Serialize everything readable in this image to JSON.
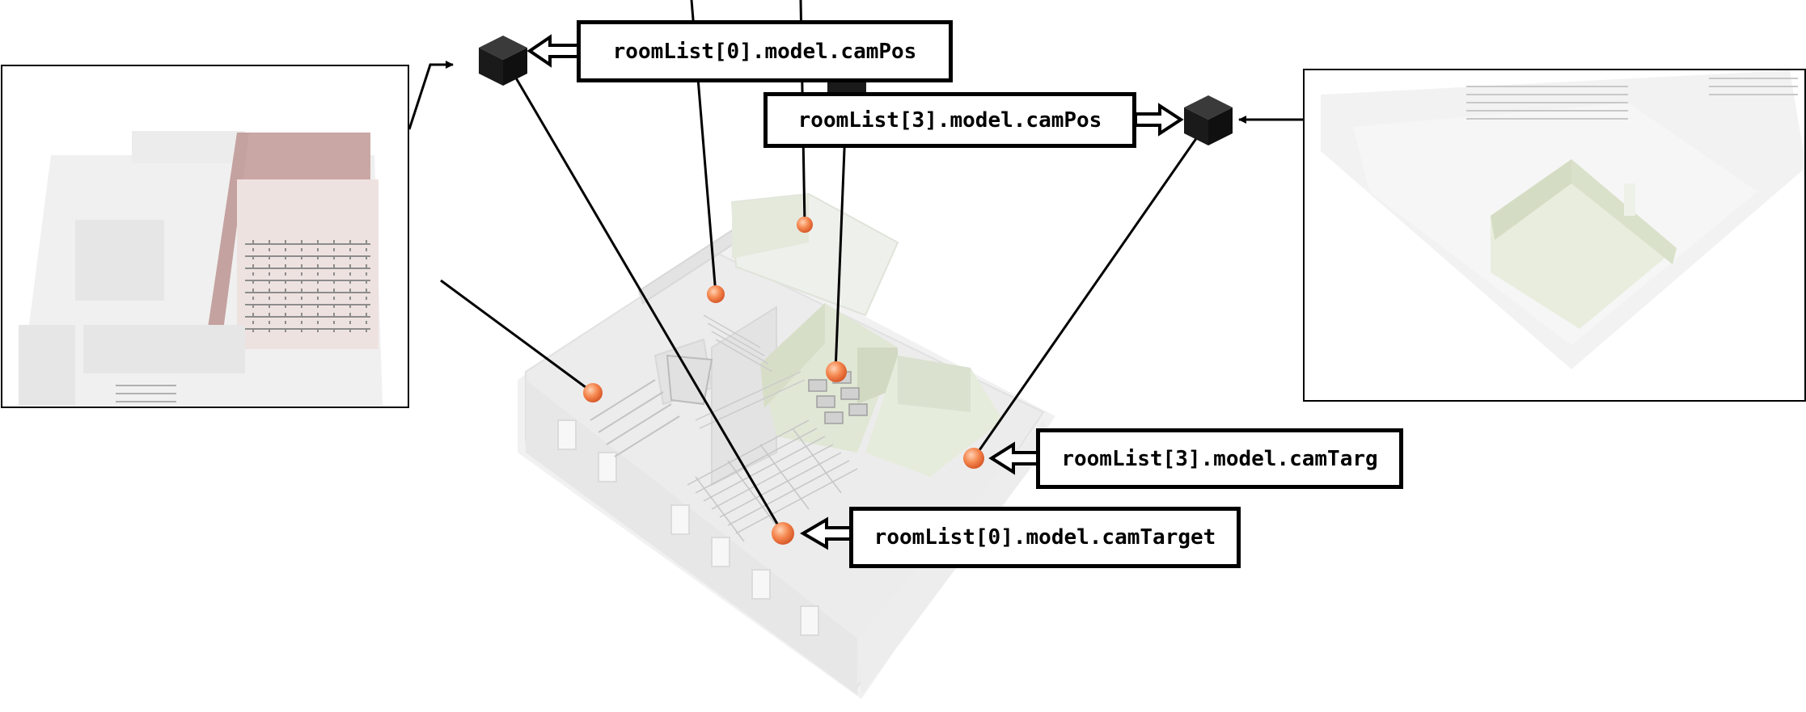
{
  "labels": {
    "room0_cam_pos": "roomList[0].model.camPos",
    "room3_cam_pos": "roomList[3].model.camPos",
    "room3_cam_targ": "roomList[3].model.camTarg",
    "room0_cam_target": "roomList[0].model.camTarget"
  },
  "colors": {
    "marker": "#f07a48",
    "camera": "#1a1a1a",
    "left_room_tint": "#c4a2a0",
    "right_room_tint": "#dde4d0",
    "model_gray": "#e4e4e4"
  },
  "icons": {
    "camera": "cube-camera-icon",
    "target": "target-marker-icon"
  }
}
